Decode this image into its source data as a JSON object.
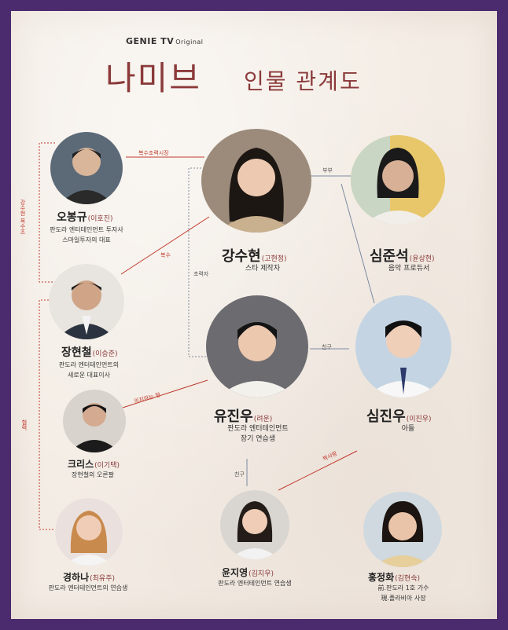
{
  "header": {
    "brand": "GENIE TV",
    "brand_sub": "Original",
    "title": "나미브",
    "subtitle": "인물 관계도"
  },
  "characters": [
    {
      "name": "오봉규",
      "actor": "(이호진)",
      "desc": [
        "판도라 엔터테인먼트 투자사",
        "스마일투자의 대표"
      ]
    },
    {
      "name": "장현철",
      "actor": "(이승준)",
      "desc": [
        "판도라 엔터테인먼트의",
        "새로운 대표이사"
      ]
    },
    {
      "name": "크리스",
      "actor": "(이기택)",
      "desc": [
        "장현철의 오른팔"
      ]
    },
    {
      "name": "경하나",
      "actor": "(최유주)",
      "desc": [
        "판도라 엔터테인먼트의 연습생"
      ]
    },
    {
      "name": "강수현",
      "actor": "(고현정)",
      "desc": [
        "스타 제작자"
      ]
    },
    {
      "name": "심준석",
      "actor": "(윤상현)",
      "desc": [
        "음악 프로듀서"
      ]
    },
    {
      "name": "유진우",
      "actor": "(려운)",
      "desc": [
        "판도라 엔터테인먼트",
        "장기 연습생"
      ]
    },
    {
      "name": "심진우",
      "actor": "(이진우)",
      "desc": [
        "아들"
      ]
    },
    {
      "name": "윤지영",
      "actor": "(김지우)",
      "desc": [
        "판도라 엔터테인먼트 연습생"
      ]
    },
    {
      "name": "홍정화",
      "actor": "(김현숙)",
      "desc": [
        "前.판도라 1호 가수",
        "現.플라비아 사장"
      ]
    }
  ],
  "relations": {
    "revenge_target": "복수조력시장",
    "revenge": "복수",
    "rival": "강수현 복수조",
    "scout": "초력자",
    "spouse": "부부",
    "friend_1": "친구",
    "friend_2": "친구",
    "suspect": "의지하는 형",
    "ally": "협력",
    "crush": "짝사랑"
  },
  "colors": {
    "frame": "#4b2a6e",
    "paper": "#f3ece4",
    "title": "#8b3a3a",
    "relation_line": "#c0392b"
  }
}
